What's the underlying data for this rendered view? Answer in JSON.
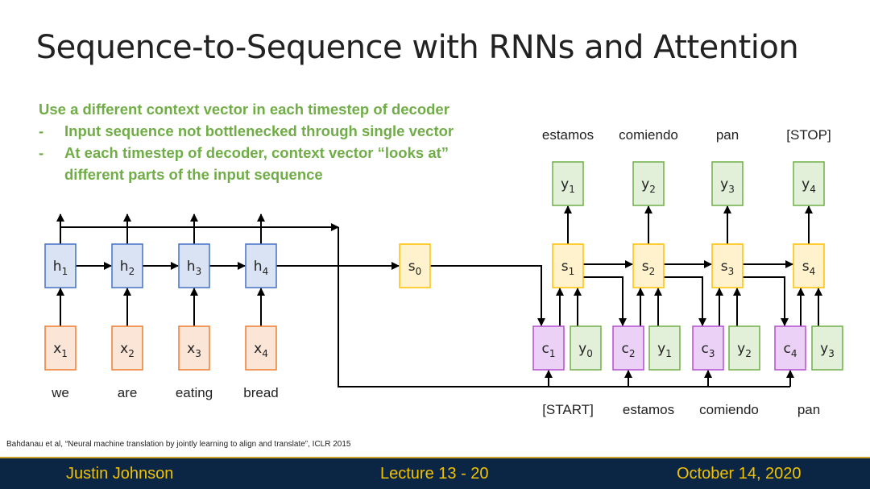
{
  "title": "Sequence-to-Sequence with RNNs and Attention",
  "bullets": {
    "heading": "Use a different context vector in each timestep of decoder",
    "items": [
      "Input sequence not bottlenecked through single vector",
      "At each timestep of decoder, context vector “looks at” different parts of the input sequence"
    ],
    "item2_line1": "At each timestep of decoder, context vector “looks at”",
    "item2_line2": "different parts of the input sequence"
  },
  "colors": {
    "bullet_green": "#70ad47",
    "hidden_fill": "#dae3f3",
    "hidden_stroke": "#4472c4",
    "input_fill": "#fbe5d6",
    "input_stroke": "#ed7d31",
    "state_fill": "#fff2cc",
    "state_stroke": "#ffc000",
    "context_fill": "#ead1f5",
    "context_stroke": "#b44fd1",
    "output_fill": "#e2f0d9",
    "output_stroke": "#70ad47",
    "footer_bg": "#0b2545",
    "footer_text": "#f2c200"
  },
  "encoder": {
    "inputs": [
      {
        "sym": "x",
        "sub": "1",
        "word": "we"
      },
      {
        "sym": "x",
        "sub": "2",
        "word": "are"
      },
      {
        "sym": "x",
        "sub": "3",
        "word": "eating"
      },
      {
        "sym": "x",
        "sub": "4",
        "word": "bread"
      }
    ],
    "hidden": [
      {
        "sym": "h",
        "sub": "1"
      },
      {
        "sym": "h",
        "sub": "2"
      },
      {
        "sym": "h",
        "sub": "3"
      },
      {
        "sym": "h",
        "sub": "4"
      }
    ]
  },
  "initial_state": {
    "sym": "s",
    "sub": "0"
  },
  "decoder": {
    "states": [
      {
        "sym": "s",
        "sub": "1"
      },
      {
        "sym": "s",
        "sub": "2"
      },
      {
        "sym": "s",
        "sub": "3"
      },
      {
        "sym": "s",
        "sub": "4"
      }
    ],
    "outputs": [
      {
        "sym": "y",
        "sub": "1",
        "word": "estamos"
      },
      {
        "sym": "y",
        "sub": "2",
        "word": "comiendo"
      },
      {
        "sym": "y",
        "sub": "3",
        "word": "pan"
      },
      {
        "sym": "y",
        "sub": "4",
        "word": "[STOP]"
      }
    ],
    "contexts": [
      {
        "sym": "c",
        "sub": "1"
      },
      {
        "sym": "c",
        "sub": "2"
      },
      {
        "sym": "c",
        "sub": "3"
      },
      {
        "sym": "c",
        "sub": "4"
      }
    ],
    "prev_outputs": [
      {
        "sym": "y",
        "sub": "0",
        "word": "[START]"
      },
      {
        "sym": "y",
        "sub": "1",
        "word": "estamos"
      },
      {
        "sym": "y",
        "sub": "2",
        "word": "comiendo"
      },
      {
        "sym": "y",
        "sub": "3",
        "word": "pan"
      }
    ]
  },
  "citation": "Bahdanau et al, “Neural machine translation by jointly learning to align and translate”, ICLR 2015",
  "footer": {
    "author": "Justin Johnson",
    "lecture": "Lecture 13 - 20",
    "date": "October 14, 2020"
  }
}
